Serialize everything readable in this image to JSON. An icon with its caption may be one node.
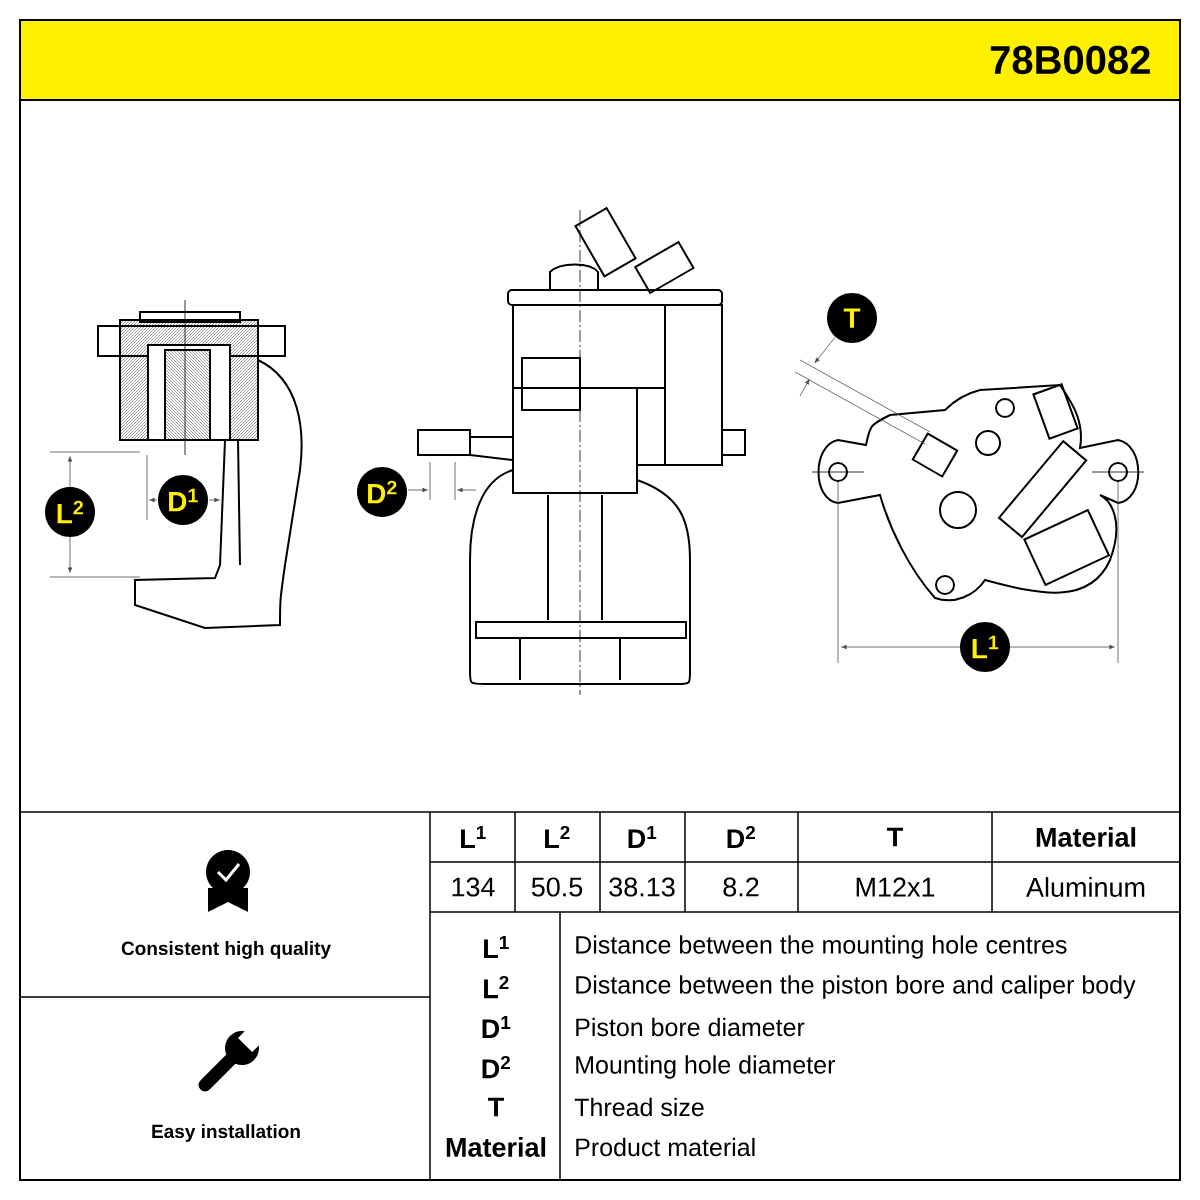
{
  "diagram": {
    "title": "78B0082",
    "labels": [
      "T",
      "L$^{2}$",
      "D$^{1}$",
      "D$^{2}$",
      "L$^{1}$",
      "L$^{1}$",
      "L$^{2}$",
      "D$^{1}$",
      "D$^{2}$",
      "T",
      "Material",
      "134",
      "50.5",
      "38.13",
      "8.2",
      "M12x1",
      "Aluminum",
      "Consistent high quality",
      "Easy installation",
      "L$^{1}$",
      "Distance between the mounting hole centres",
      "L$^{2}$",
      "Distance between the piston bore and caliper body",
      "D$^{1}$",
      "Piston bore diameter",
      "D$^{2}$",
      "Mounting hole diameter",
      "T",
      "Thread size",
      "Material",
      "Product material"
    ]
  }
}
